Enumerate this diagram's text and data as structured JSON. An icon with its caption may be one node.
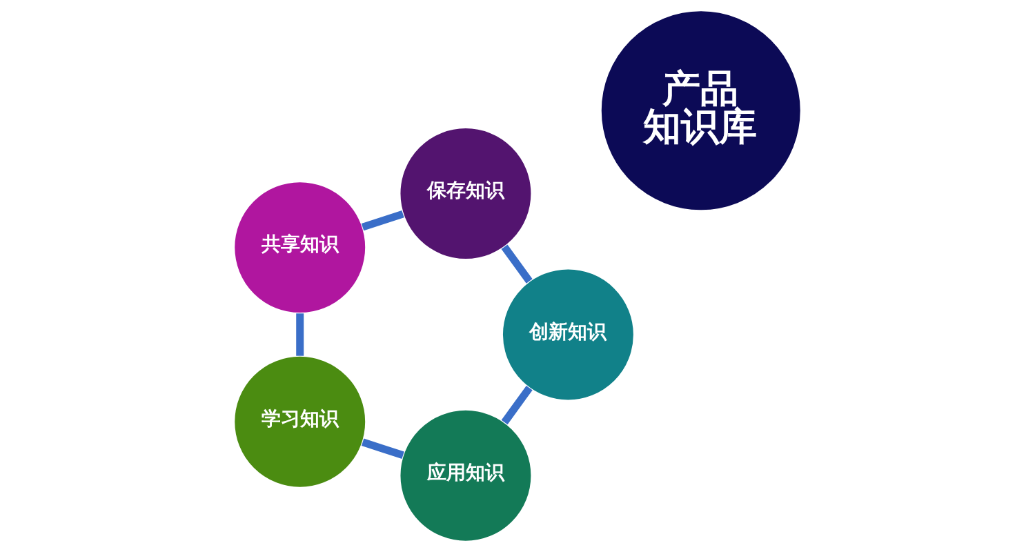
{
  "diagram": {
    "nodes": [
      {
        "text": [
          "应用知识"
        ]
      },
      {
        "text": [
          "学习知识"
        ]
      },
      {
        "text": [
          "产品知识库"
        ]
      },
      {
        "text": [
          "创新知识"
        ]
      },
      {
        "text": [
          "共享知识"
        ]
      },
      {
        "text": [
          "保存知识"
        ]
      }
    ],
    "edges": [
      {
        "from": 0,
        "to": 1,
        "arrow": "none"
      },
      {
        "from": 1,
        "to": 4,
        "arrow": "none"
      },
      {
        "from": 4,
        "to": 5,
        "arrow": "none"
      },
      {
        "from": 5,
        "to": 3,
        "arrow": "none"
      },
      {
        "from": 3,
        "to": 0,
        "arrow": "none"
      }
    ]
  }
}
